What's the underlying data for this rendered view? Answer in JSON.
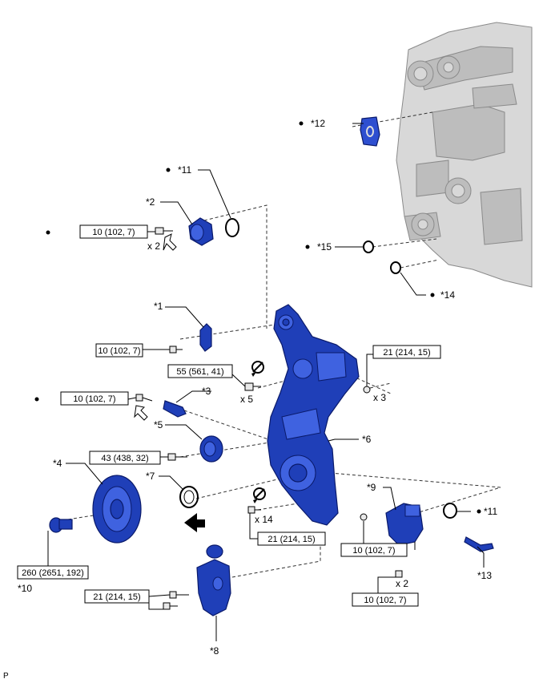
{
  "callouts": {
    "c1": "*1",
    "c2": "*2",
    "c3": "*3",
    "c4": "*4",
    "c5": "*5",
    "c6": "*6",
    "c7": "*7",
    "c8": "*8",
    "c9": "*9",
    "c10": "*10",
    "c11a": "*11",
    "c11b": "*11",
    "c12": "*12",
    "c13": "*13",
    "c14": "*14",
    "c15": "*15"
  },
  "torques": {
    "t_cam_sensor": "10 (102, 7)",
    "t_bracket": "10 (102, 7)",
    "t_sensor3": "10 (102, 7)",
    "t_cover_55": "55 (561, 41)",
    "t_cover_21_top": "21 (214, 15)",
    "t_idler": "43 (438, 32)",
    "t_crank": "260 (2651, 192)",
    "t_cover_21_low": "21 (214, 15)",
    "t_tensioner": "21 (214, 15)",
    "t_pump_nut": "10 (102, 7)",
    "t_pump_bolt": "10 (102, 7)"
  },
  "quantities": {
    "q_cam": "x 2",
    "q_55": "x 5",
    "q_21top": "x 3",
    "q_14": "x 14",
    "q_pump": "x 2"
  },
  "footer": {
    "code": "P"
  }
}
